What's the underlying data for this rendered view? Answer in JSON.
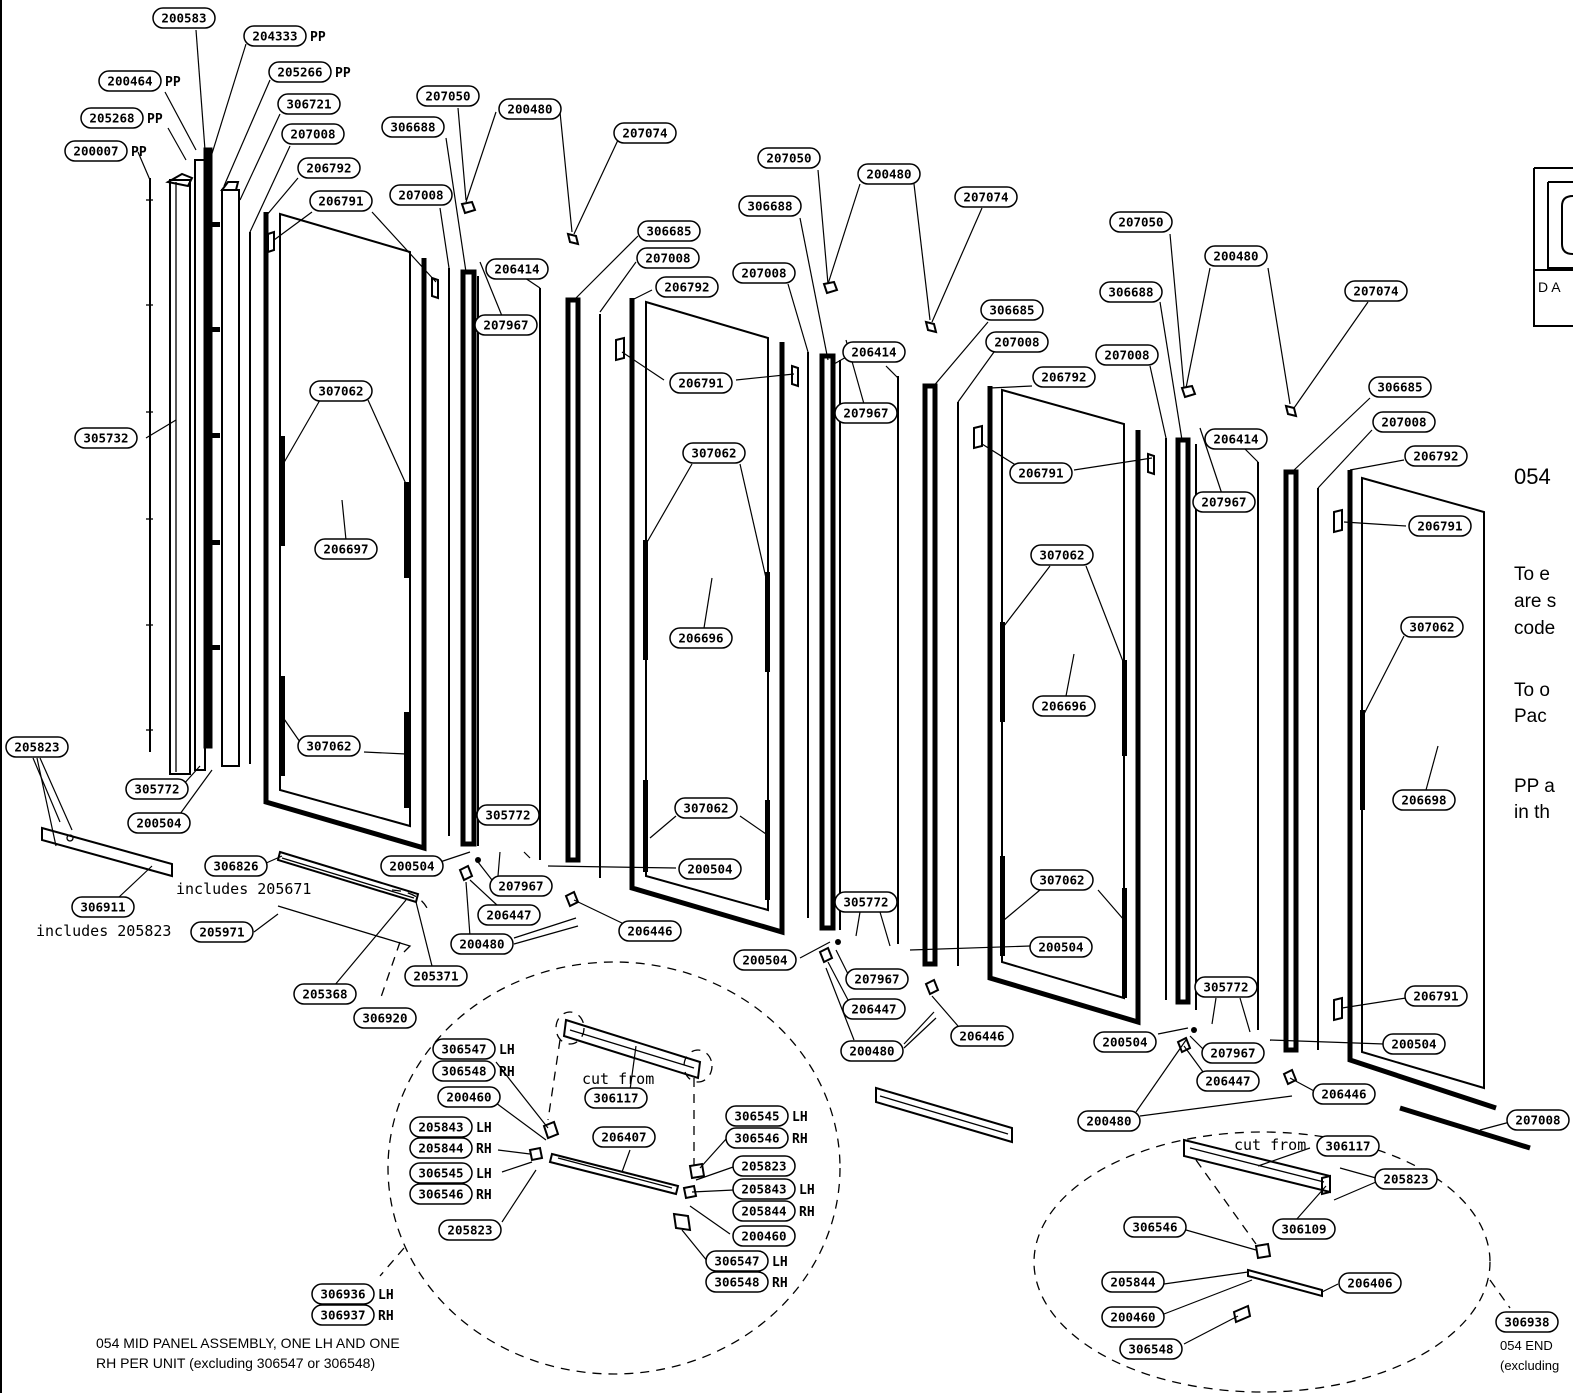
{
  "parts": [
    {
      "id": "p01",
      "code": "200583"
    },
    {
      "id": "p02",
      "code": "204333",
      "suffix": "PP"
    },
    {
      "id": "p03",
      "code": "205266",
      "suffix": "PP"
    },
    {
      "id": "p04",
      "code": "306721"
    },
    {
      "id": "p05",
      "code": "200464",
      "suffix": "PP"
    },
    {
      "id": "p06",
      "code": "205268",
      "suffix": "PP"
    },
    {
      "id": "p07",
      "code": "200007",
      "suffix": "PP"
    },
    {
      "id": "p08",
      "code": "207008"
    },
    {
      "id": "p09",
      "code": "206792"
    },
    {
      "id": "p10",
      "code": "206791"
    },
    {
      "id": "p11",
      "code": "207008"
    },
    {
      "id": "p12",
      "code": "207050"
    },
    {
      "id": "p13",
      "code": "200480"
    },
    {
      "id": "p14",
      "code": "306688"
    },
    {
      "id": "p15",
      "code": "207074"
    },
    {
      "id": "p16",
      "code": "306685"
    },
    {
      "id": "p17",
      "code": "206414"
    },
    {
      "id": "p18",
      "code": "207008"
    },
    {
      "id": "p19",
      "code": "206792"
    },
    {
      "id": "p20",
      "code": "207967"
    },
    {
      "id": "p21",
      "code": "307062"
    },
    {
      "id": "p22",
      "code": "305732"
    },
    {
      "id": "p23",
      "code": "206697"
    },
    {
      "id": "p24",
      "code": "206791"
    },
    {
      "id": "p25",
      "code": "307062"
    },
    {
      "id": "p26",
      "code": "206696"
    },
    {
      "id": "p27",
      "code": "307062"
    },
    {
      "id": "p28",
      "code": "205823"
    },
    {
      "id": "p29",
      "code": "305772"
    },
    {
      "id": "p30",
      "code": "200504"
    },
    {
      "id": "p31",
      "code": "305772"
    },
    {
      "id": "p32",
      "code": "307062"
    },
    {
      "id": "p33",
      "code": "306826"
    },
    {
      "id": "p34",
      "code": "200504"
    },
    {
      "id": "p35",
      "code": "207967"
    },
    {
      "id": "p36",
      "code": "200504"
    },
    {
      "id": "p37",
      "code": "306911"
    },
    {
      "id": "p38",
      "code": "206447"
    },
    {
      "id": "p39",
      "code": "205971"
    },
    {
      "id": "p40",
      "code": "200480"
    },
    {
      "id": "p41",
      "code": "206446"
    },
    {
      "id": "p42",
      "code": "205371"
    },
    {
      "id": "p43",
      "code": "205368"
    },
    {
      "id": "p44",
      "code": "306920"
    },
    {
      "id": "p45",
      "code": "207050"
    },
    {
      "id": "p46",
      "code": "200480"
    },
    {
      "id": "p47",
      "code": "306688"
    },
    {
      "id": "p48",
      "code": "207074"
    },
    {
      "id": "p49",
      "code": "207008"
    },
    {
      "id": "p50",
      "code": "306685"
    },
    {
      "id": "p51",
      "code": "206414"
    },
    {
      "id": "p52",
      "code": "207008"
    },
    {
      "id": "p53",
      "code": "207967"
    },
    {
      "id": "p54",
      "code": "206792"
    },
    {
      "id": "p55",
      "code": "206791"
    },
    {
      "id": "p56",
      "code": "307062"
    },
    {
      "id": "p57",
      "code": "206696"
    },
    {
      "id": "p58",
      "code": "307062"
    },
    {
      "id": "p59",
      "code": "305772"
    },
    {
      "id": "p60",
      "code": "200504"
    },
    {
      "id": "p61",
      "code": "200504"
    },
    {
      "id": "p62",
      "code": "207967"
    },
    {
      "id": "p63",
      "code": "206447"
    },
    {
      "id": "p64",
      "code": "206446"
    },
    {
      "id": "p65",
      "code": "200480"
    },
    {
      "id": "p66",
      "code": "207050"
    },
    {
      "id": "p67",
      "code": "200480"
    },
    {
      "id": "p68",
      "code": "306688"
    },
    {
      "id": "p69",
      "code": "207074"
    },
    {
      "id": "p70",
      "code": "207008"
    },
    {
      "id": "p71",
      "code": "306685"
    },
    {
      "id": "p72",
      "code": "206414"
    },
    {
      "id": "p73",
      "code": "207008"
    },
    {
      "id": "p74",
      "code": "207967"
    },
    {
      "id": "p75",
      "code": "206792"
    },
    {
      "id": "p76",
      "code": "206791"
    },
    {
      "id": "p77",
      "code": "307062"
    },
    {
      "id": "p78",
      "code": "206698"
    },
    {
      "id": "p79",
      "code": "305772"
    },
    {
      "id": "p80",
      "code": "206791"
    },
    {
      "id": "p81",
      "code": "200504"
    },
    {
      "id": "p82",
      "code": "200504"
    },
    {
      "id": "p83",
      "code": "207967"
    },
    {
      "id": "p84",
      "code": "206447"
    },
    {
      "id": "p85",
      "code": "206446"
    },
    {
      "id": "p86",
      "code": "200480"
    },
    {
      "id": "p87",
      "code": "207008"
    },
    {
      "id": "m01",
      "code": "306547",
      "suffix": "LH"
    },
    {
      "id": "m02",
      "code": "306548",
      "suffix": "RH"
    },
    {
      "id": "m03",
      "code": "200460"
    },
    {
      "id": "m04",
      "code": "205843",
      "suffix": "LH"
    },
    {
      "id": "m05",
      "code": "205844",
      "suffix": "RH"
    },
    {
      "id": "m06",
      "code": "306545",
      "suffix": "LH"
    },
    {
      "id": "m07",
      "code": "306546",
      "suffix": "RH"
    },
    {
      "id": "m08",
      "code": "205823"
    },
    {
      "id": "m09",
      "code": "306117"
    },
    {
      "id": "m10",
      "code": "206407"
    },
    {
      "id": "m11",
      "code": "306545",
      "suffix": "LH"
    },
    {
      "id": "m12",
      "code": "306546",
      "suffix": "RH"
    },
    {
      "id": "m13",
      "code": "205823"
    },
    {
      "id": "m14",
      "code": "205843",
      "suffix": "LH"
    },
    {
      "id": "m15",
      "code": "205844",
      "suffix": "RH"
    },
    {
      "id": "m16",
      "code": "200460"
    },
    {
      "id": "m17",
      "code": "306547",
      "suffix": "LH"
    },
    {
      "id": "m18",
      "code": "306548",
      "suffix": "RH"
    },
    {
      "id": "m19",
      "code": "306936",
      "suffix": "LH"
    },
    {
      "id": "m20",
      "code": "306937",
      "suffix": "RH"
    },
    {
      "id": "e01",
      "code": "306117"
    },
    {
      "id": "e02",
      "code": "205823"
    },
    {
      "id": "e03",
      "code": "306546"
    },
    {
      "id": "e04",
      "code": "306109"
    },
    {
      "id": "e05",
      "code": "205844"
    },
    {
      "id": "e06",
      "code": "206406"
    },
    {
      "id": "e07",
      "code": "200460"
    },
    {
      "id": "e08",
      "code": "306548"
    },
    {
      "id": "e09",
      "code": "306938"
    }
  ],
  "captions": {
    "includes_205671": "includes 205671",
    "includes_205823": "includes 205823",
    "cut_from_mid": "cut from",
    "cut_from_end": "cut from",
    "mid_panel_line1": "054 MID PANEL ASSEMBLY, ONE LH AND ONE",
    "mid_panel_line2": "RH PER UNIT (excluding 306547 or 306548)",
    "end_line1": "054 END",
    "end_line2": "(excluding"
  },
  "notes": {
    "title": "054",
    "line1": "To e",
    "line2": "are s",
    "line3": "code",
    "line4": "To o",
    "line5": "Pac",
    "line6": "PP a",
    "line7": "in th"
  },
  "logo": {
    "text": "D A"
  }
}
